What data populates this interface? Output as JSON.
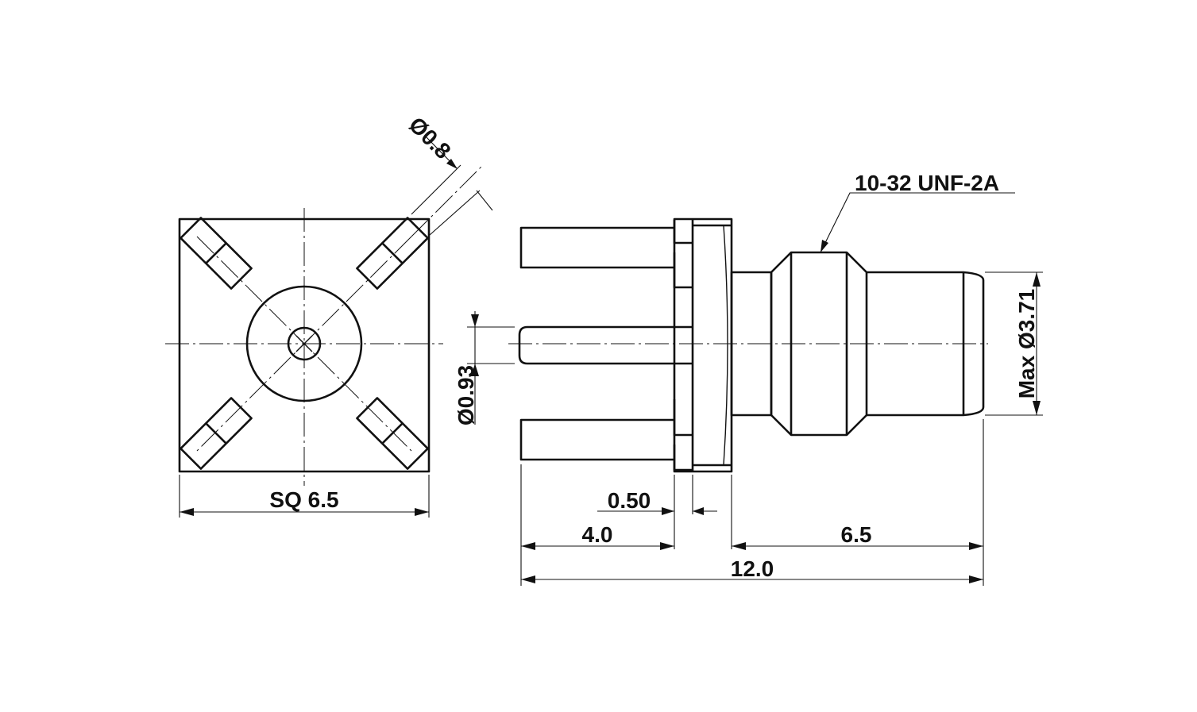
{
  "labels": {
    "pin_hole_dia": "Ø0.8",
    "thread": "10-32 UNF-2A",
    "pin_dia": "Ø0.93",
    "max_dia": "Max Ø3.71",
    "square": "SQ 6.5",
    "flange": "0.50",
    "pin_length": "4.0",
    "body_length": "6.5",
    "overall_length": "12.0"
  }
}
